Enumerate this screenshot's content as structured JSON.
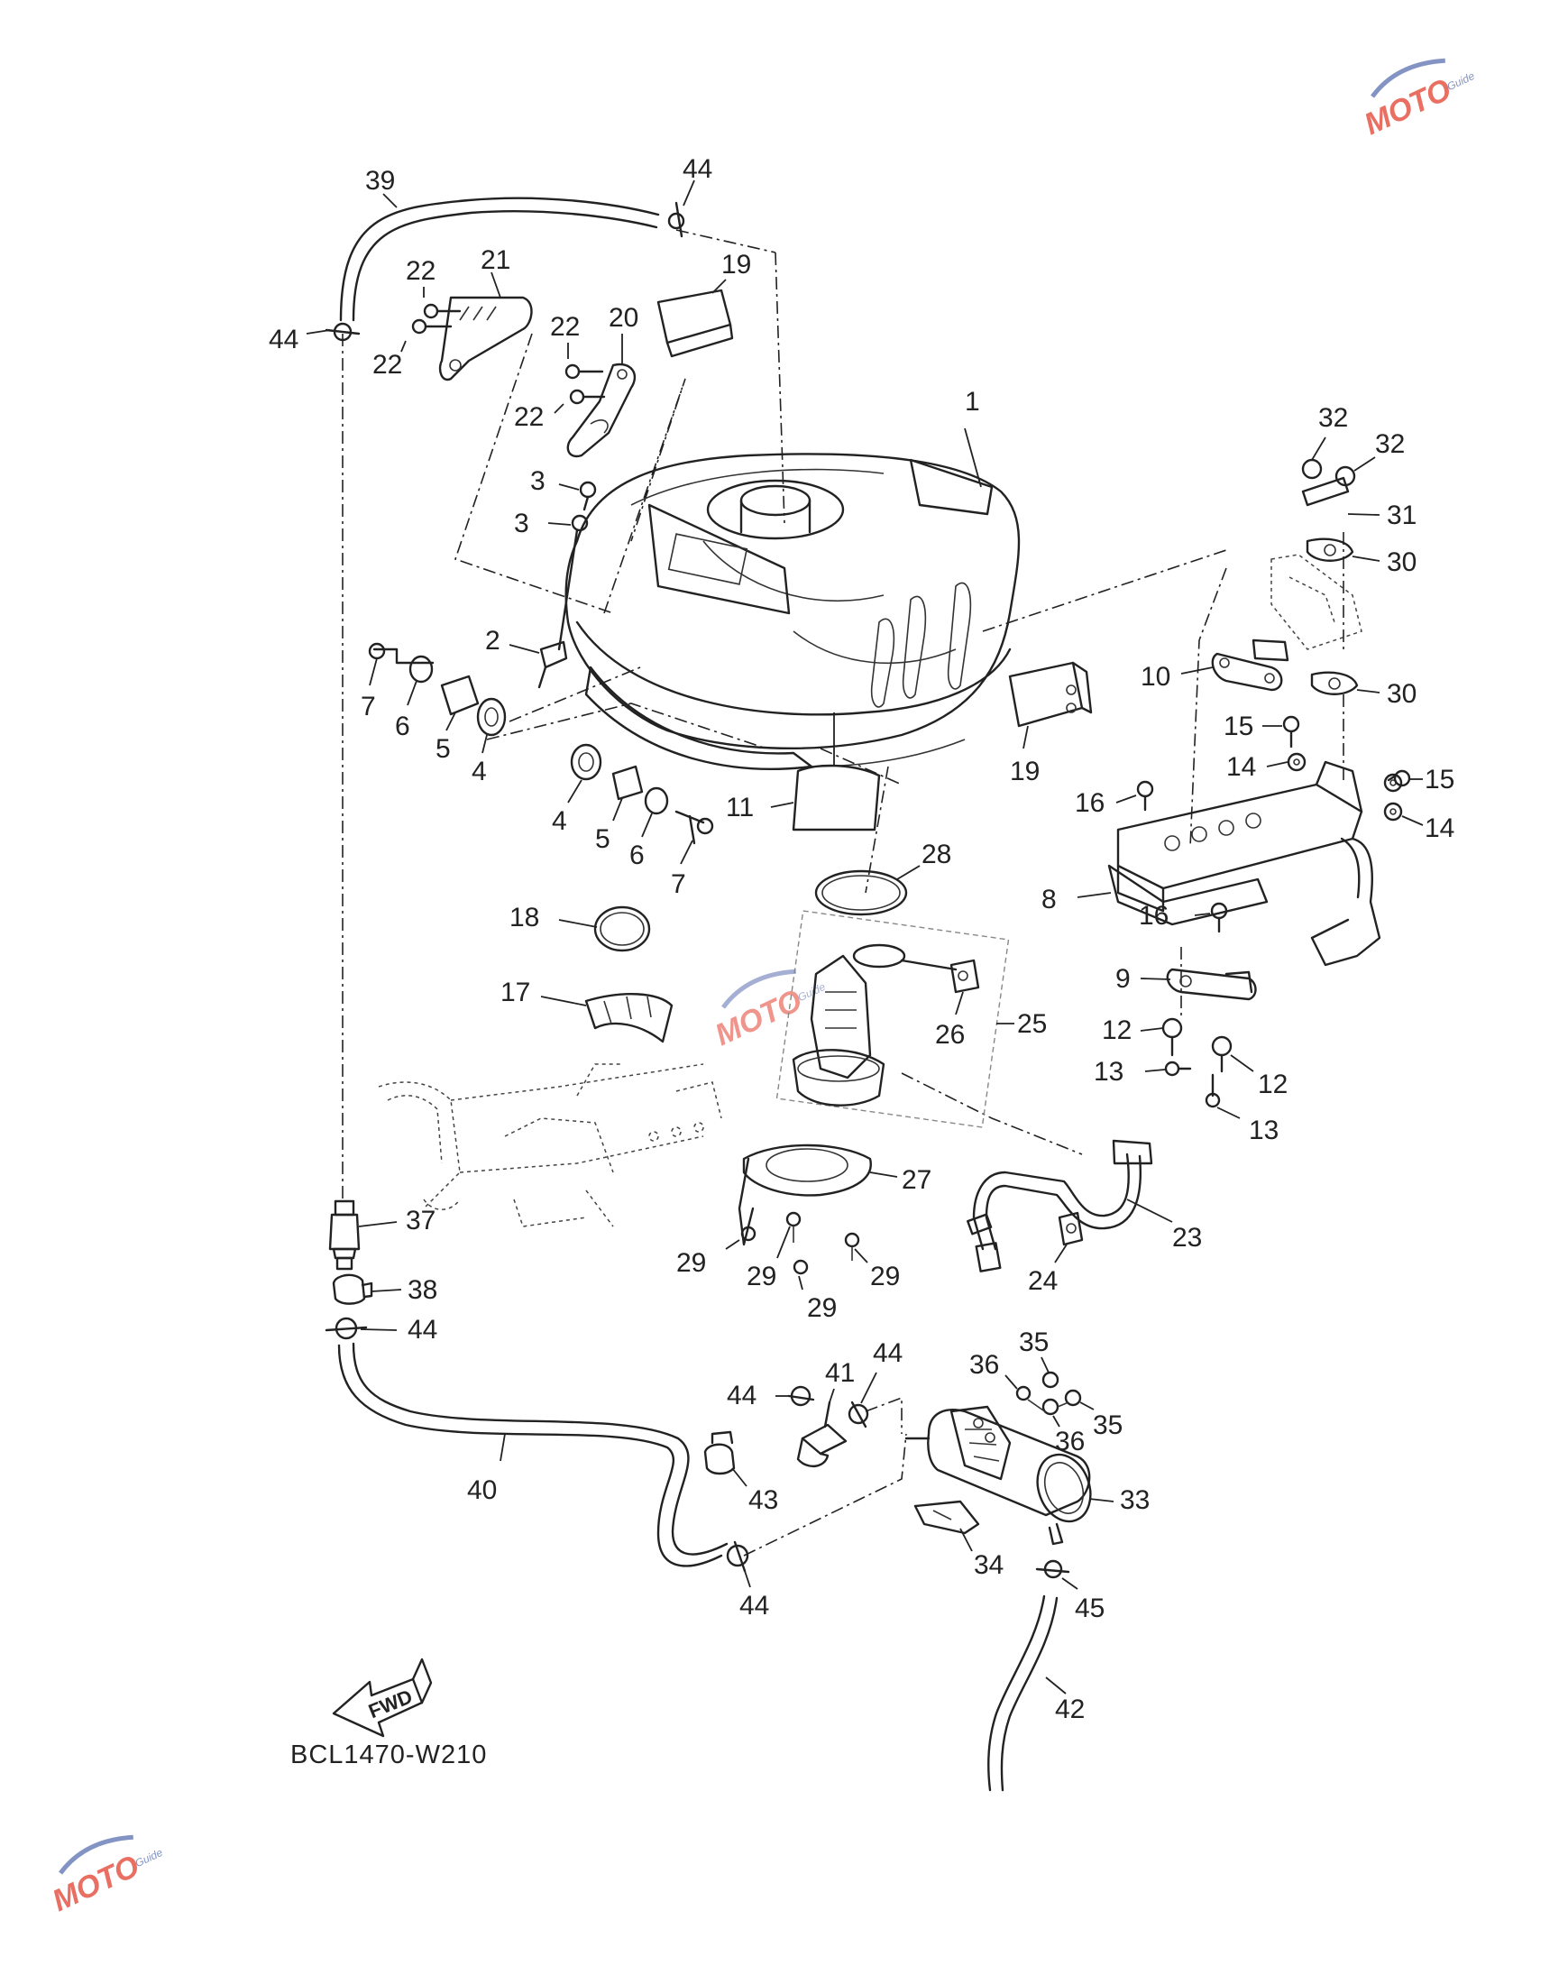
{
  "diagram_code": "BCL1470-W210",
  "fwd_label": "FWD",
  "watermark": {
    "main": "MOTO",
    "sub": "Guide",
    "colors": {
      "red": "#e2402e",
      "blue": "#5a6fb0"
    }
  },
  "callouts": {
    "c1": "1",
    "c2": "2",
    "c3a": "3",
    "c3b": "3",
    "c4a": "4",
    "c4b": "4",
    "c5a": "5",
    "c5b": "5",
    "c6a": "6",
    "c6b": "6",
    "c7a": "7",
    "c7b": "7",
    "c8": "8",
    "c9": "9",
    "c10": "10",
    "c11": "11",
    "c12a": "12",
    "c12b": "12",
    "c13a": "13",
    "c13b": "13",
    "c14a": "14",
    "c14b": "14",
    "c15a": "15",
    "c15b": "15",
    "c16a": "16",
    "c16b": "16",
    "c17": "17",
    "c18": "18",
    "c19a": "19",
    "c19b": "19",
    "c20": "20",
    "c21": "21",
    "c22a": "22",
    "c22b": "22",
    "c22c": "22",
    "c22d": "22",
    "c23": "23",
    "c24": "24",
    "c25": "25",
    "c26": "26",
    "c27": "27",
    "c28": "28",
    "c29a": "29",
    "c29b": "29",
    "c29c": "29",
    "c29d": "29",
    "c30a": "30",
    "c30b": "30",
    "c31": "31",
    "c32a": "32",
    "c32b": "32",
    "c33": "33",
    "c34": "34",
    "c35a": "35",
    "c35b": "35",
    "c36a": "36",
    "c36b": "36",
    "c37": "37",
    "c38": "38",
    "c39": "39",
    "c40": "40",
    "c41": "41",
    "c42": "42",
    "c43": "43",
    "c44a": "44",
    "c44b": "44",
    "c44c": "44",
    "c44d": "44",
    "c44e": "44",
    "c44f": "44",
    "c45": "45"
  }
}
